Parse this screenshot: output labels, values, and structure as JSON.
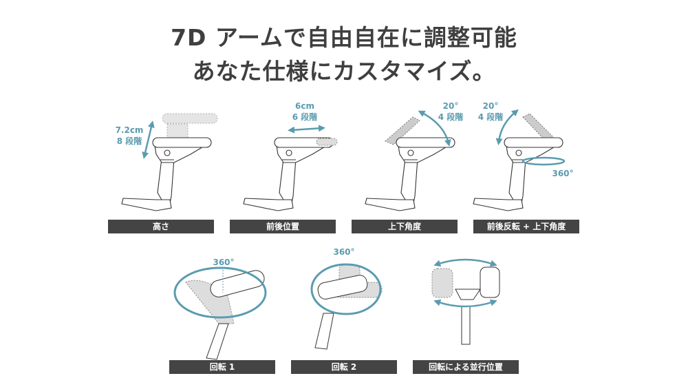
{
  "title": {
    "line1": "7D アームで自由自在に調整可能",
    "line2": "あなた仕様にカスタマイズ。"
  },
  "colors": {
    "accent": "#5a9bb0",
    "label_bg": "#444444",
    "title": "#3f3f3f"
  },
  "features": [
    {
      "label": "高さ",
      "annotation": [
        "7.2cm",
        "8 段階"
      ]
    },
    {
      "label": "前後位置",
      "annotation": [
        "6cm",
        "6 段階"
      ]
    },
    {
      "label": "上下角度",
      "annotation": [
        "20°",
        "4 段階"
      ]
    },
    {
      "label": "前後反転 + 上下角度",
      "annotation": [
        "20°",
        "4 段階"
      ],
      "annotation2": "360°"
    },
    {
      "label": "回転 1",
      "annotation": [
        "360°"
      ]
    },
    {
      "label": "回転 2",
      "annotation": [
        "360°"
      ]
    },
    {
      "label": "回転による並行位置"
    }
  ]
}
